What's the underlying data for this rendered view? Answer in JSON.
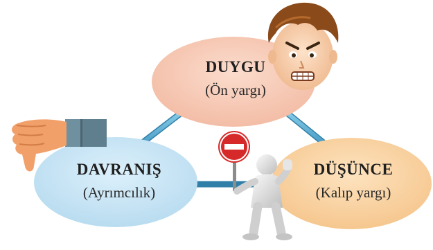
{
  "nodes": [
    {
      "title": "DUYGU",
      "subtitle": "(Ön yargı)",
      "color": "#f6c8b4"
    },
    {
      "title": "DAVRANIŞ",
      "subtitle": "(Ayrımcılık)",
      "color": "#c9e5f5"
    },
    {
      "title": "DÜŞÜNCE",
      "subtitle": "(Kalıp yargı)",
      "color": "#fbd7a5"
    }
  ],
  "connector_color": "#5aaed3",
  "icons": [
    "angry-boy-face-icon",
    "thumbs-down-hand-icon",
    "stop-sign-figure-icon"
  ]
}
